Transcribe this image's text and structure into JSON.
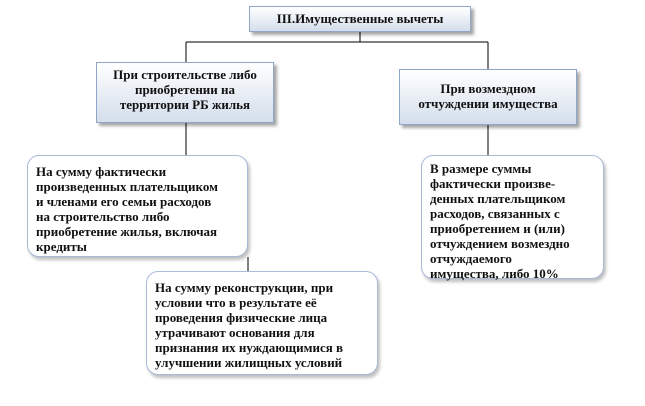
{
  "root": {
    "text": "III.Имущественные вычеты"
  },
  "left_branch": {
    "lines": [
      "При строительстве либо",
      "приобретении на",
      "территории РБ жилья"
    ]
  },
  "right_branch": {
    "lines": [
      "При возмездном",
      "отчуждении имущества"
    ]
  },
  "leaf1": {
    "lines": [
      "На сумму фактически",
      "произведенных плательщиком",
      "и членами его семьи расходов",
      "на строительство либо",
      "приобретение жилья, включая",
      "кредиты"
    ]
  },
  "leaf2": {
    "lines": [
      "На сумму реконструкции, при",
      "условии что в результате её",
      "проведения физические лица",
      "утрачивают основания для",
      "признания их нуждающимися в",
      "улучшении жилищных условий"
    ]
  },
  "leaf3": {
    "lines": [
      "В размере суммы",
      "фактически произве-",
      "денных плательщиком",
      "расходов, связанных с",
      "приобретением и (или)",
      "отчуждением возмездно",
      "отчуждаемого",
      "имущества, либо 10%"
    ]
  },
  "colors": {
    "border": "#8fa6c8",
    "line": "#000000"
  }
}
